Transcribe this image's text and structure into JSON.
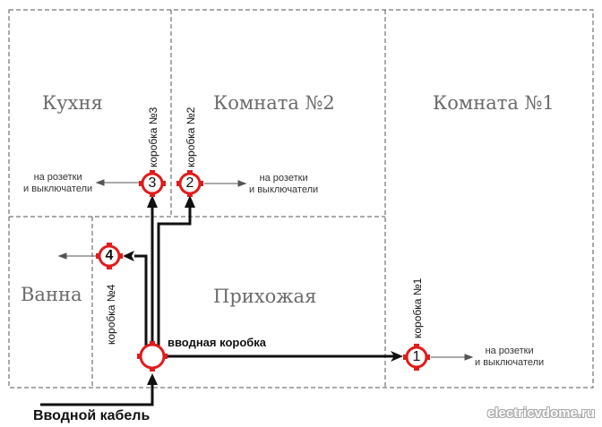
{
  "rooms": {
    "kitchen": "Кухня",
    "room2": "Комната №2",
    "room1": "Комната №1",
    "bathroom": "Ванна",
    "hallway": "Прихожая"
  },
  "boxes": [
    {
      "number": "1",
      "label": "коробка №1"
    },
    {
      "number": "2",
      "label": "коробка №2"
    },
    {
      "number": "3",
      "label": "коробка №3"
    },
    {
      "number": "4",
      "label": "коробка №4"
    }
  ],
  "main_box_label": "вводная коробка",
  "cable_label": "Вводной кабель",
  "outlet_note": {
    "line1": "на розетки",
    "line2": "и выключатели"
  },
  "watermark": "electricvdome.ru",
  "colors": {
    "box_ring": "#e21b1b",
    "wire": "#111111",
    "wall": "#555555",
    "room_text": "#6b6b6b"
  }
}
